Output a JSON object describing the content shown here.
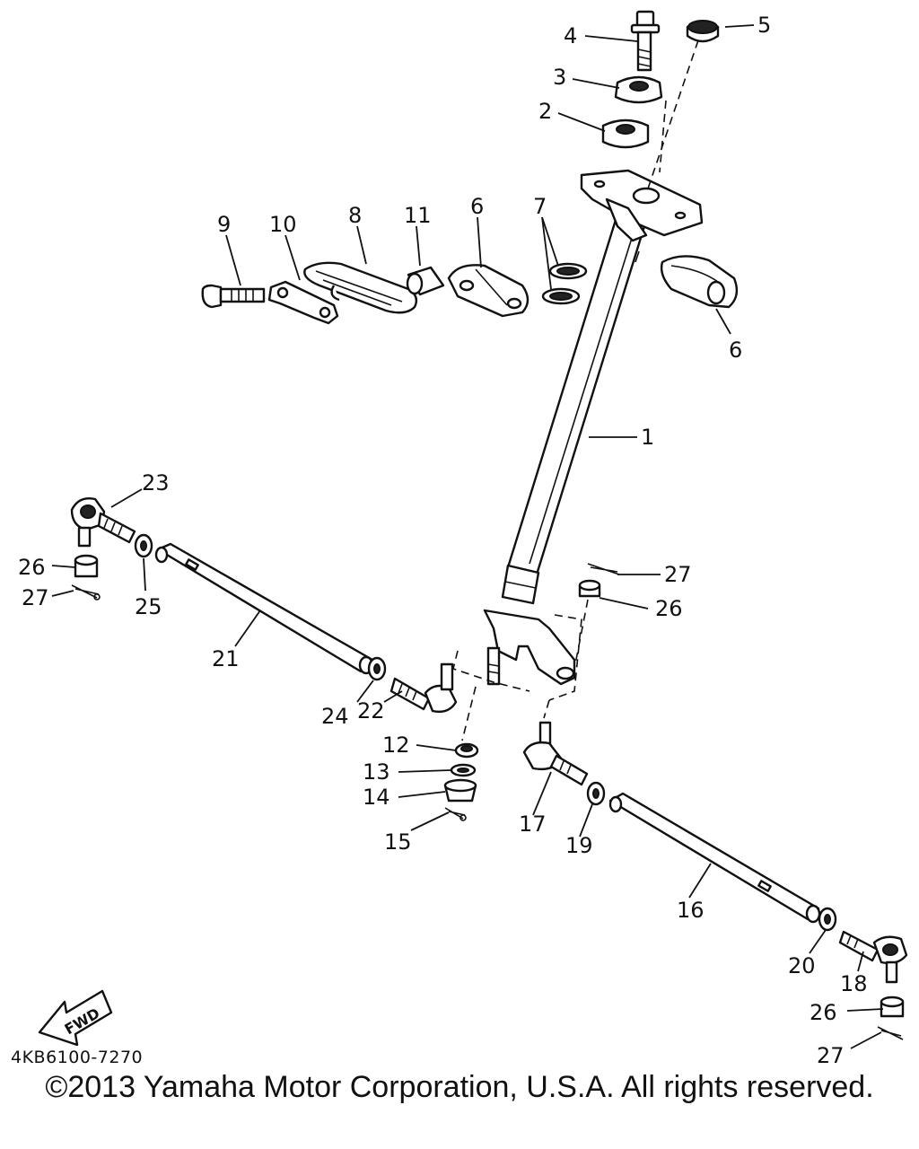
{
  "diagram": {
    "part_numbers": [
      "1",
      "2",
      "3",
      "4",
      "5",
      "6",
      "6",
      "7",
      "8",
      "9",
      "10",
      "11",
      "12",
      "13",
      "14",
      "15",
      "16",
      "17",
      "18",
      "19",
      "20",
      "21",
      "22",
      "23",
      "24",
      "25",
      "26",
      "26",
      "26",
      "27",
      "27",
      "27"
    ],
    "fwd_label": "FWD",
    "drawing_code": "4KB6100-7270"
  },
  "footer": {
    "copyright": "©2013 Yamaha Motor Corporation, U.S.A. All rights reserved."
  }
}
